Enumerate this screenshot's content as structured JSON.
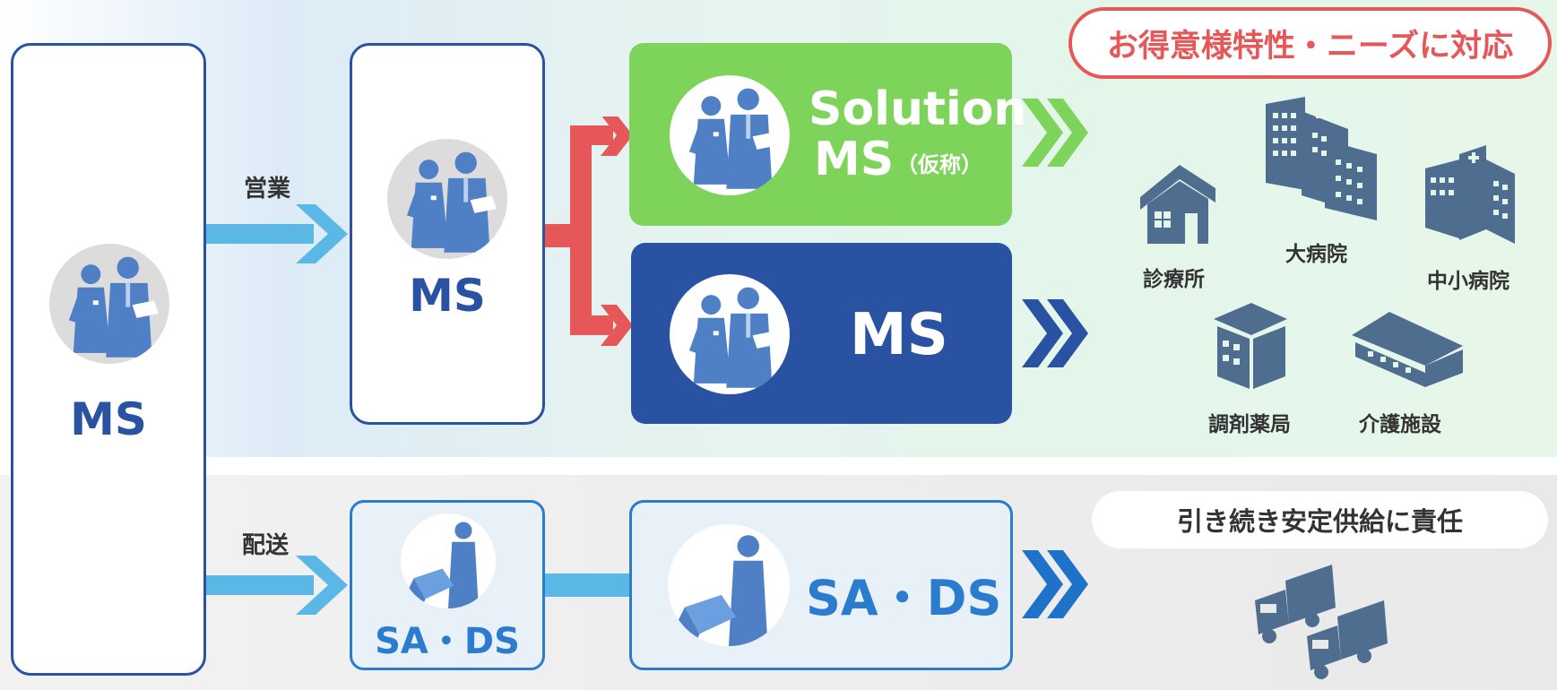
{
  "left_column": {
    "label": "MS"
  },
  "arrows": {
    "sales_label": "営業",
    "delivery_label": "配送"
  },
  "middle_box": {
    "label": "MS"
  },
  "solution_box": {
    "title_line1": "Solution",
    "title_line2": "MS",
    "note": "（仮称）"
  },
  "ms_box": {
    "label": "MS"
  },
  "sa_ds_small": {
    "label": "SA・DS"
  },
  "sa_ds_large": {
    "label": "SA・DS"
  },
  "customer_header": "お得意様特性・ニーズに対応",
  "facilities": {
    "clinic": "診療所",
    "large_hospital": "大病院",
    "small_hospital": "中小病院",
    "pharmacy": "調剤薬局",
    "care_facility": "介護施設"
  },
  "supply_header": "引き続き安定供給に責任",
  "colors": {
    "navy": "#2a52a3",
    "green": "#7ed35a",
    "red": "#e6575a",
    "light_blue": "#5bb8e6",
    "icon_gray": "#4f6d8f"
  },
  "icons": [
    "business-people-icon",
    "delivery-person-icon",
    "house-icon",
    "hospital-icon",
    "pharmacy-building-icon",
    "care-facility-icon",
    "delivery-trucks-icon",
    "double-chevron-icon"
  ]
}
